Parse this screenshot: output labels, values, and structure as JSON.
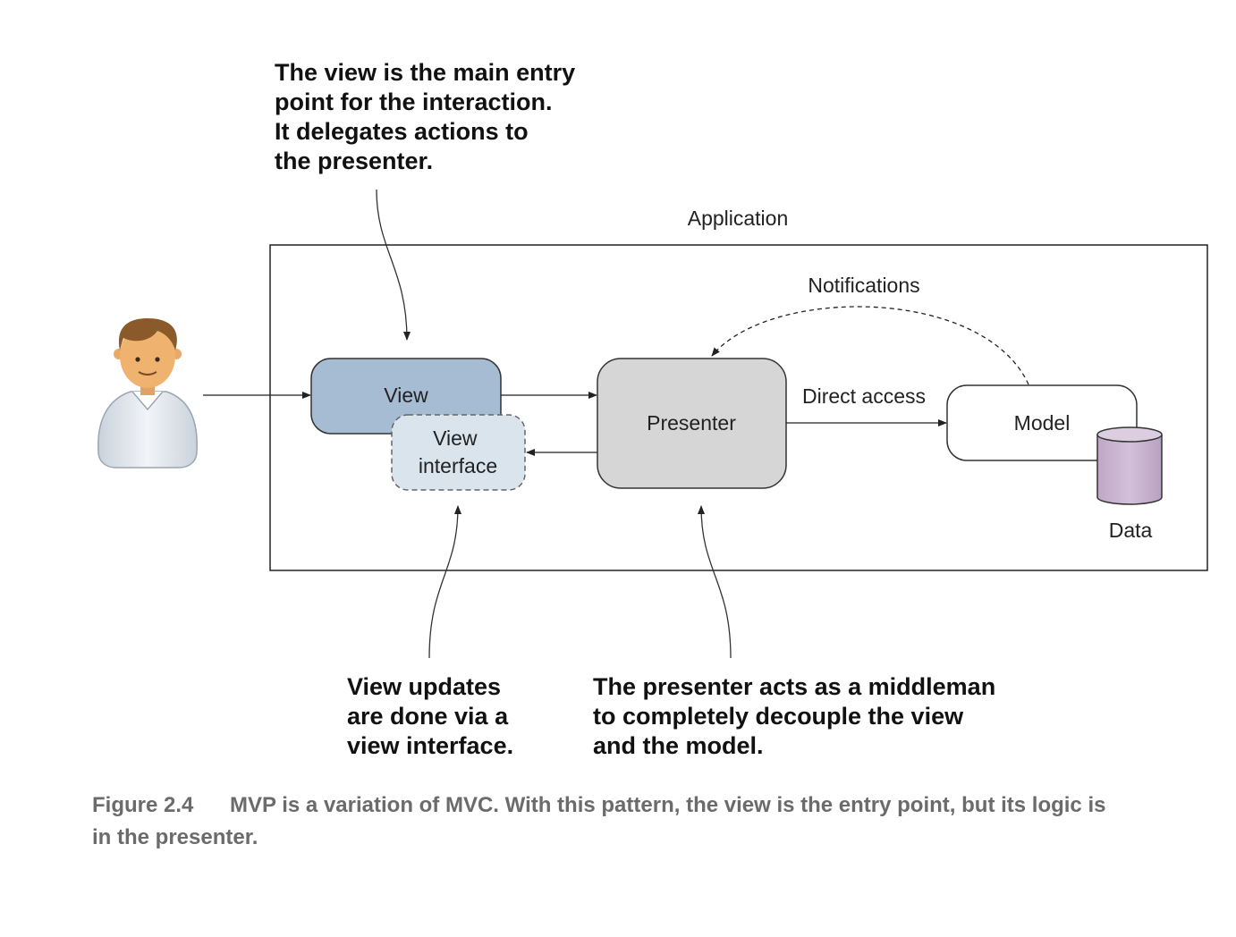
{
  "callouts": {
    "view": [
      "The view is the main entry",
      "point for the interaction.",
      "It delegates actions to",
      "the presenter."
    ],
    "view_interface": [
      "View updates",
      "are done via a",
      "view interface."
    ],
    "presenter": [
      "The presenter acts as a middleman",
      "to completely decouple the view",
      "and the model."
    ]
  },
  "diagram": {
    "container_label": "Application",
    "notifications_label": "Notifications",
    "view_label": "View",
    "view_interface_label": [
      "View",
      "interface"
    ],
    "presenter_label": "Presenter",
    "direct_access_label": "Direct access",
    "model_label": "Model",
    "data_label": "Data"
  },
  "caption": {
    "number": "Figure 2.4",
    "lines": [
      "MVP is a variation of MVC. With this pattern, the view is the entry point, but its logic is",
      "in the presenter."
    ]
  },
  "colors": {
    "view_fill": "#a6bcd3",
    "view_interface_fill": "#dae4ec",
    "presenter_fill": "#d6d6d6",
    "model_fill": "#ffffff",
    "data_fill": "#c9b3cf",
    "caption_text": "#6b6b6b"
  },
  "icons": {
    "user": "user-icon",
    "data": "database-icon"
  }
}
